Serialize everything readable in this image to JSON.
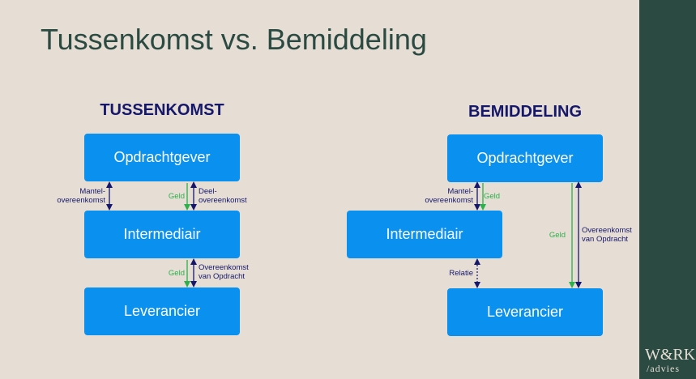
{
  "slide": {
    "title": "Tussenkomst vs. Bemiddeling"
  },
  "left": {
    "heading": "TUSSENKOMST",
    "boxes": {
      "top": "Opdrachtgever",
      "middle": "Intermediair",
      "bottom": "Leverancier"
    },
    "labels": {
      "mantel": "Mantel-\novereenkomst",
      "geld_top": "Geld",
      "deel": "Deel-\novereenkomst",
      "geld_bottom": "Geld",
      "overeenkomst": "Overeenkomst\nvan Opdracht"
    }
  },
  "right": {
    "heading": "BEMIDDELING",
    "boxes": {
      "top": "Opdrachtgever",
      "middle": "Intermediair",
      "bottom": "Leverancier"
    },
    "labels": {
      "mantel": "Mantel-\novereenkomst",
      "geld_top": "Geld",
      "relatie": "Relatie",
      "geld_side": "Geld",
      "overeenkomst": "Overeenkomst\nvan Opdracht"
    }
  },
  "logo": {
    "line1": "W&RK",
    "line2": "/advies"
  },
  "colors": {
    "background": "#e6ded4",
    "sidebar": "#2b4a42",
    "box": "#0a90ef",
    "navy": "#15176b",
    "green": "#2bb04a"
  }
}
